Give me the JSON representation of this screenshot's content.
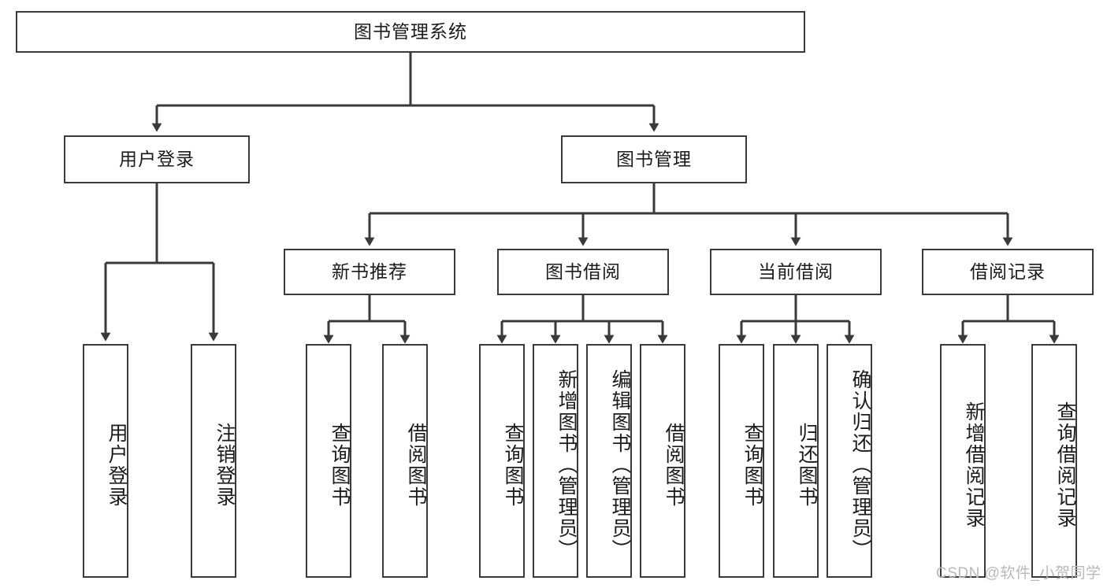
{
  "diagram": {
    "title": "图书管理系统",
    "type": "tree-hierarchy-chart",
    "watermark": "CSDN @软件_小贺同学",
    "colors": {
      "box_border": "#3a3a3a",
      "box_fill": "#ffffff",
      "connector": "#3a3a3a",
      "text": "#1b1b1b",
      "watermark": "#b9b9b9"
    },
    "nodes": {
      "root": {
        "label": "图书管理系统"
      },
      "level2": [
        {
          "id": "user-login",
          "label": "用户登录"
        },
        {
          "id": "book-management",
          "label": "图书管理"
        }
      ],
      "level3": [
        {
          "id": "new-book-recommend",
          "label": "新书推荐"
        },
        {
          "id": "book-borrow",
          "label": "图书借阅"
        },
        {
          "id": "current-borrow",
          "label": "当前借阅"
        },
        {
          "id": "borrow-record",
          "label": "借阅记录"
        }
      ],
      "leaves": {
        "user_login": [
          {
            "id": "leaf-user-login",
            "label": "用户登录"
          },
          {
            "id": "leaf-logout-login",
            "label": "注销登录"
          }
        ],
        "new_book_recommend": [
          {
            "id": "leaf-query-book-1",
            "label": "查询图书"
          },
          {
            "id": "leaf-borrow-book-1",
            "label": "借阅图书"
          }
        ],
        "book_borrow": [
          {
            "id": "leaf-query-book-2",
            "label": "查询图书"
          },
          {
            "id": "leaf-add-book",
            "label": "新增图书（管理员）"
          },
          {
            "id": "leaf-edit-book",
            "label": "编辑图书（管理员）"
          },
          {
            "id": "leaf-borrow-book-2",
            "label": "借阅图书"
          }
        ],
        "current_borrow": [
          {
            "id": "leaf-query-book-3",
            "label": "查询图书"
          },
          {
            "id": "leaf-return-book",
            "label": "归还图书"
          },
          {
            "id": "leaf-confirm-return",
            "label": "确认归还（管理员）"
          }
        ],
        "borrow_record": [
          {
            "id": "leaf-add-record",
            "label": "新增借阅记录"
          },
          {
            "id": "leaf-query-record",
            "label": "查询借阅记录"
          }
        ]
      }
    }
  }
}
